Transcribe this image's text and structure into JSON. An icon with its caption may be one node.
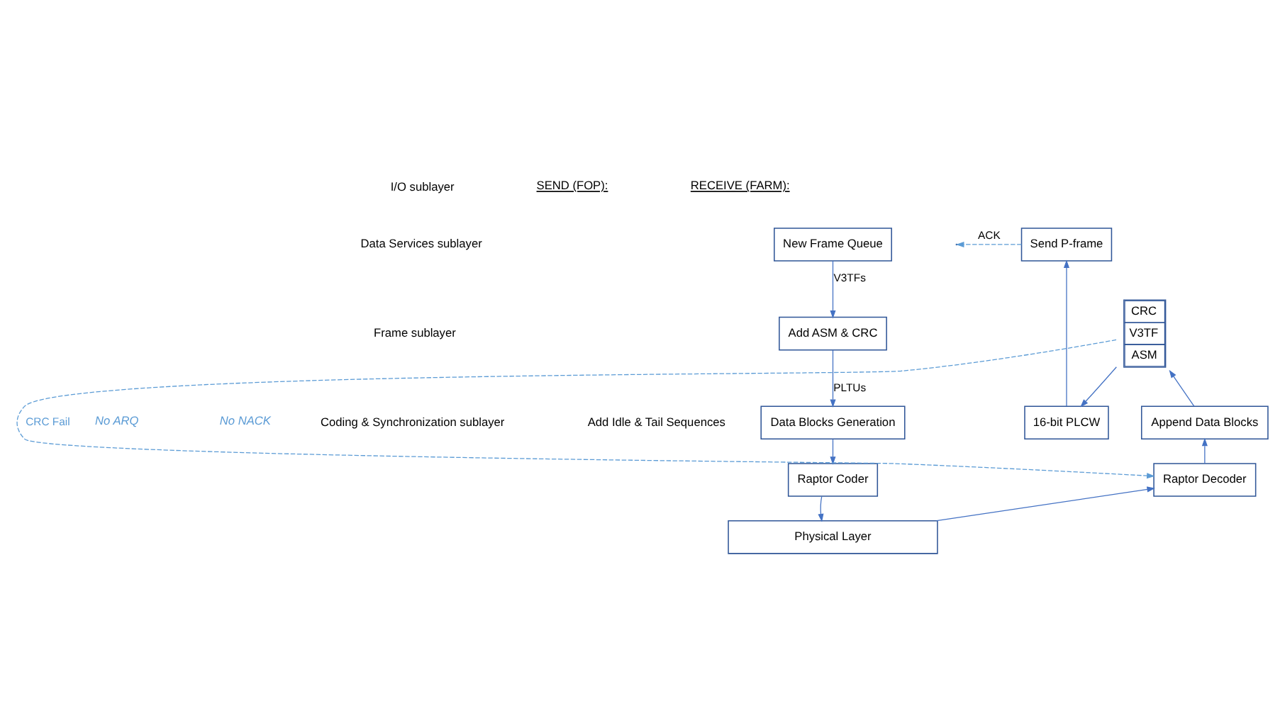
{
  "diagram": {
    "nodes": [
      {
        "text": [
          "New Frame Queue"
        ]
      },
      {
        "text": [
          "Add ASM & CRC"
        ]
      },
      {
        "text": [
          "Data Blocks Generation"
        ],
        "beside": [
          "Add Idle & Tail Sequences"
        ]
      },
      {
        "text": [
          "Raptor Coder"
        ]
      },
      {
        "text": [
          "Physical Layer"
        ]
      },
      {
        "text": [
          "Raptor Decoder"
        ]
      },
      {
        "text": [
          "Append Data Blocks"
        ]
      },
      {
        "text": [
          "CRC",
          "V3TF",
          "ASM"
        ]
      },
      {
        "text": [
          "16-bit PLCW"
        ]
      },
      {
        "text": [
          "Send P-frame"
        ]
      }
    ],
    "edges": [
      {
        "from": 0,
        "to": 1,
        "arrow": "to",
        "label": "V3TFs"
      },
      {
        "from": 1,
        "to": 2,
        "arrow": "to",
        "label": "PLTUs"
      },
      {
        "from": 2,
        "to": 3,
        "arrow": "to"
      },
      {
        "from": 3,
        "to": 4,
        "arrow": "to"
      },
      {
        "from": 4,
        "to": 5,
        "arrow": "to"
      },
      {
        "from": 5,
        "to": 6,
        "arrow": "to"
      },
      {
        "from": 6,
        "to": 7,
        "arrow": "to"
      },
      {
        "from": 7,
        "to": 8,
        "arrow": "to"
      },
      {
        "from": 8,
        "to": 9,
        "arrow": "to"
      },
      {
        "from": 9,
        "to": null,
        "arrow": "to",
        "label": "ACK",
        "style": "dashed"
      },
      {
        "from": 7,
        "to": 5,
        "arrow": "to",
        "label": "CRC Fail",
        "style": "dashed",
        "color": "#5b9bd5"
      }
    ],
    "labels": [
      "SEND (FOP):",
      "RECEIVE (FARM):",
      "I/O sublayer",
      "Data Services sublayer",
      "No NACK",
      "No ARQ",
      "Frame sublayer",
      "Coding & Synchronization sublayer"
    ]
  }
}
